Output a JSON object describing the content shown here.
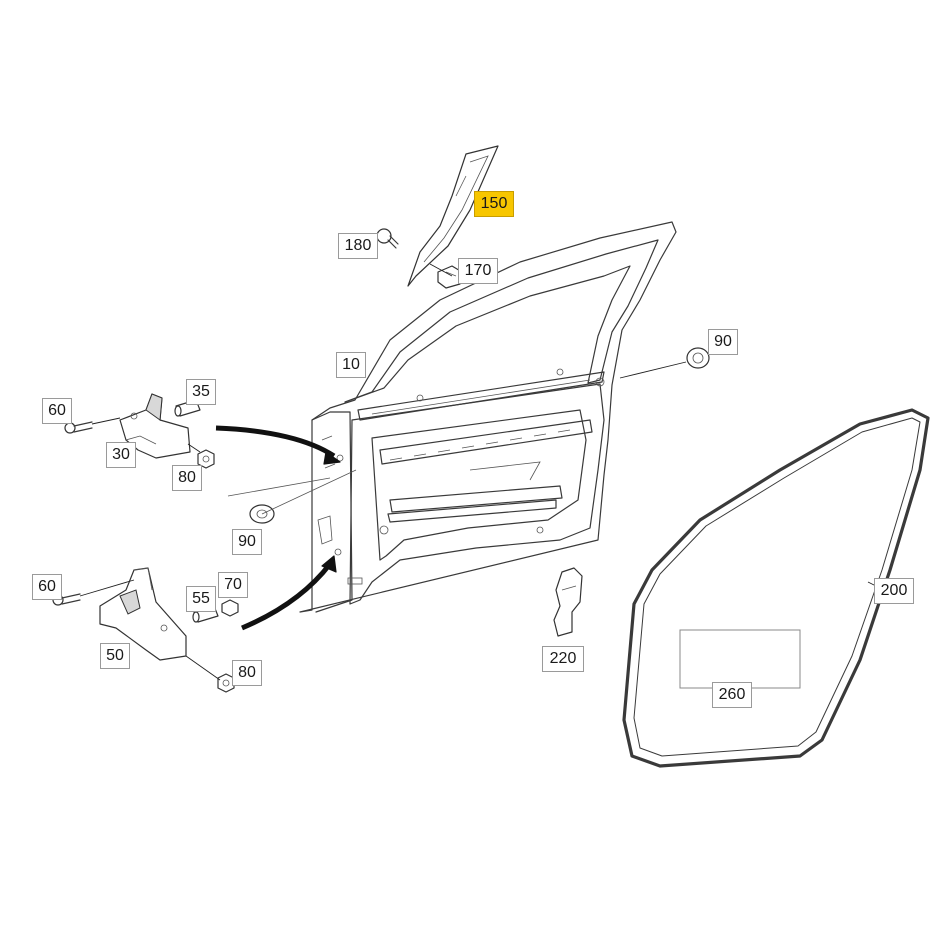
{
  "diagram": {
    "highlight_color": "#f7c600",
    "callouts": [
      {
        "id": "c150",
        "label": "150",
        "highlighted": true
      },
      {
        "id": "c180",
        "label": "180",
        "highlighted": false
      },
      {
        "id": "c170",
        "label": "170",
        "highlighted": false
      },
      {
        "id": "c10",
        "label": "10",
        "highlighted": false
      },
      {
        "id": "c90a",
        "label": "90",
        "highlighted": false
      },
      {
        "id": "c60a",
        "label": "60",
        "highlighted": false
      },
      {
        "id": "c35",
        "label": "35",
        "highlighted": false
      },
      {
        "id": "c30",
        "label": "30",
        "highlighted": false
      },
      {
        "id": "c80a",
        "label": "80",
        "highlighted": false
      },
      {
        "id": "c90b",
        "label": "90",
        "highlighted": false
      },
      {
        "id": "c60b",
        "label": "60",
        "highlighted": false
      },
      {
        "id": "c55",
        "label": "55",
        "highlighted": false
      },
      {
        "id": "c70",
        "label": "70",
        "highlighted": false
      },
      {
        "id": "c50",
        "label": "50",
        "highlighted": false
      },
      {
        "id": "c80b",
        "label": "80",
        "highlighted": false
      },
      {
        "id": "c200",
        "label": "200",
        "highlighted": false
      },
      {
        "id": "c220",
        "label": "220",
        "highlighted": false
      },
      {
        "id": "c260",
        "label": "260",
        "highlighted": false
      }
    ]
  }
}
